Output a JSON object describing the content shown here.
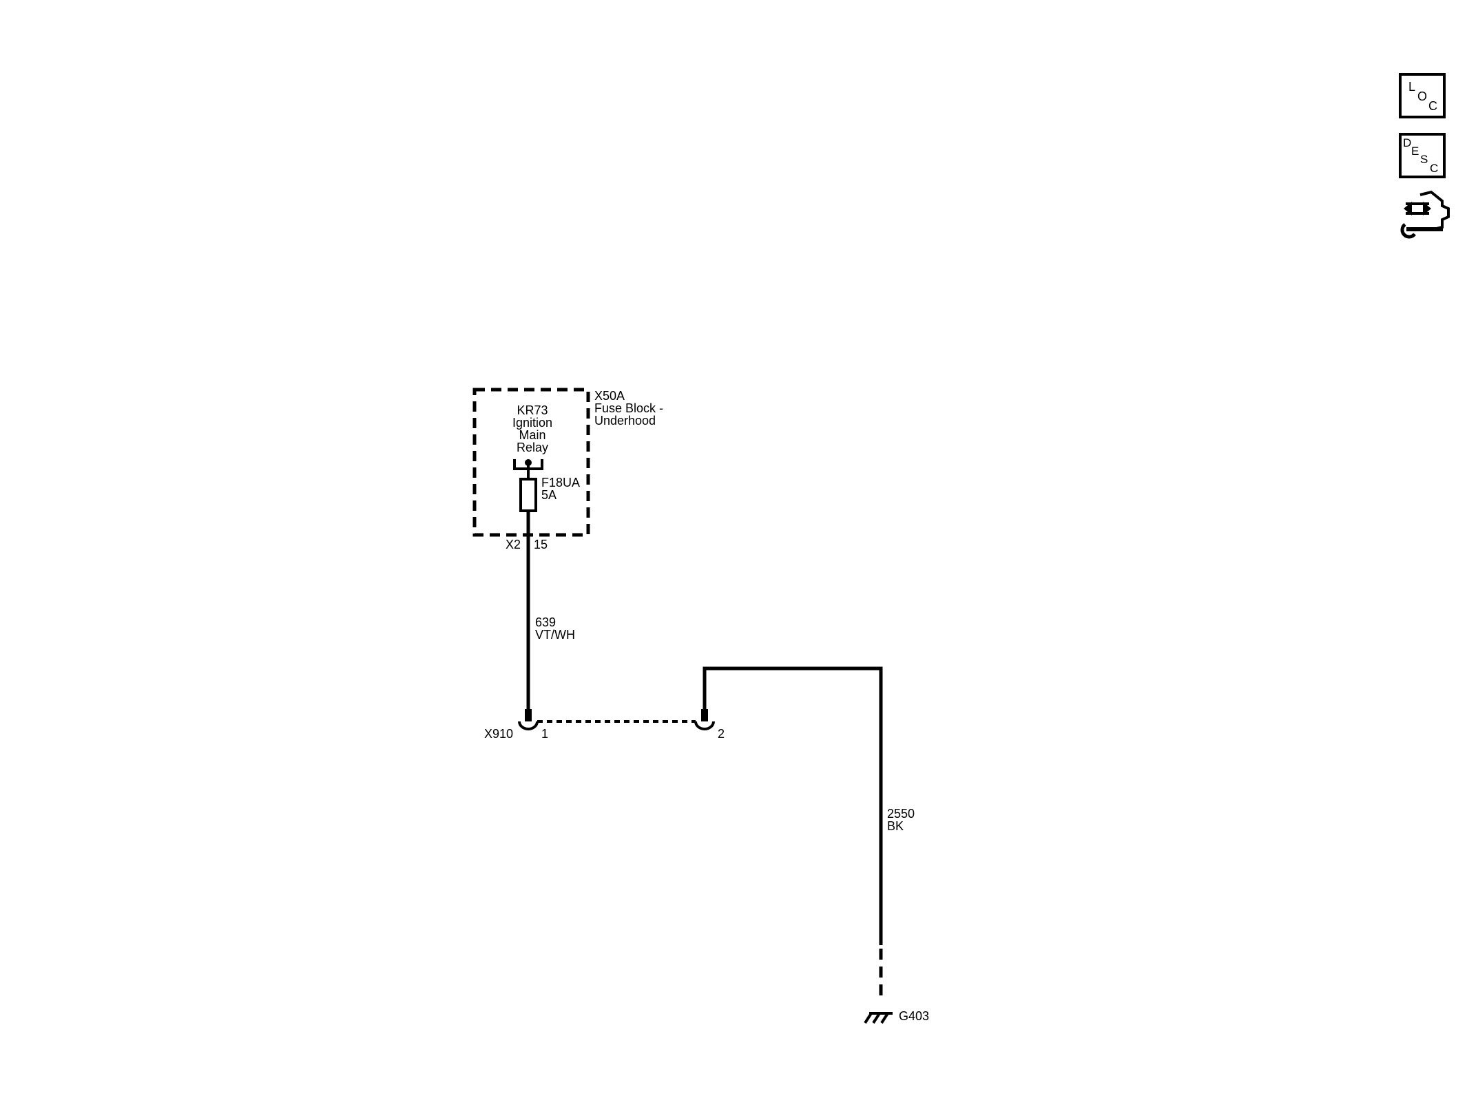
{
  "nav_buttons": {
    "loc": {
      "letters": [
        "L",
        "O",
        "C"
      ]
    },
    "desc": {
      "letters": [
        "D",
        "E",
        "S",
        "C"
      ]
    },
    "connector_view_icon": "connector-wrench-icon"
  },
  "component": {
    "id": "X50A",
    "name_line1": "Fuse Block -",
    "name_line2": "Underhood",
    "relay_lines": [
      "KR73",
      "Ignition",
      "Main",
      "Relay"
    ],
    "fuse_name": "F18UA",
    "fuse_rating": "5A",
    "connector": "X2",
    "pin": "15"
  },
  "wire1": {
    "circuit": "639",
    "color": "VT/WH"
  },
  "inline_connector": {
    "id": "X910",
    "pin_left": "1",
    "pin_right": "2"
  },
  "wire2": {
    "circuit": "2550",
    "color": "BK"
  },
  "ground": {
    "id": "G403"
  },
  "colors": {
    "line": "#000000",
    "background": "#ffffff"
  }
}
